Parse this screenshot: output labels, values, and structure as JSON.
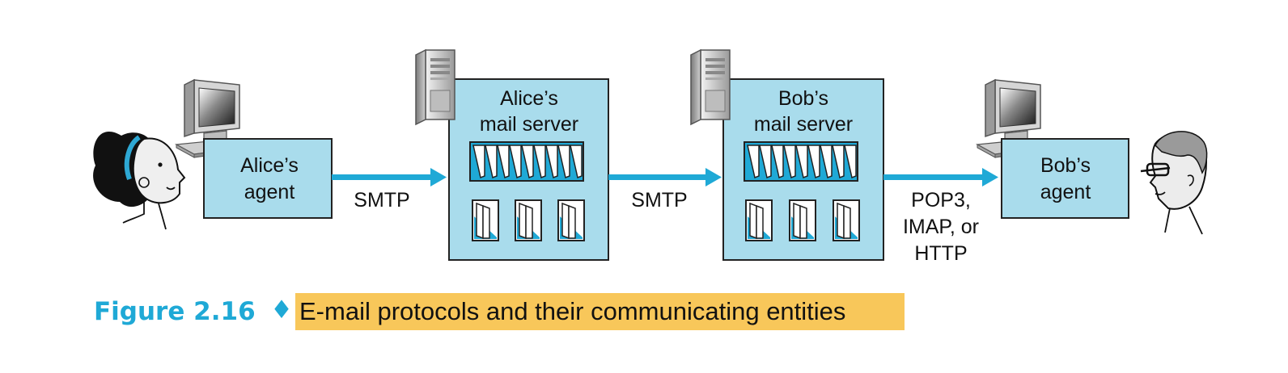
{
  "diagram": {
    "alice_agent": [
      "Alice’s",
      "agent"
    ],
    "alice_server": [
      "Alice’s",
      "mail server"
    ],
    "bob_server": [
      "Bob’s",
      "mail server"
    ],
    "bob_agent": [
      "Bob’s",
      "agent"
    ],
    "protocol_1": "SMTP",
    "protocol_2": "SMTP",
    "protocol_3": [
      "POP3,",
      "IMAP, or",
      "HTTP"
    ]
  },
  "caption": {
    "number": "Figure 2.16",
    "separator": "♦",
    "text": "E-mail protocols and their communicating entities"
  },
  "colors": {
    "box_fill": "#a9dcec",
    "arrow": "#1fa9d6",
    "caption_highlight": "#f8c75a",
    "caption_number": "#1fa9d6"
  },
  "icons": [
    "alice-person-icon",
    "desktop-computer-icon",
    "tower-server-icon",
    "mail-queue-icon",
    "mailbox-icon",
    "bob-person-icon"
  ]
}
